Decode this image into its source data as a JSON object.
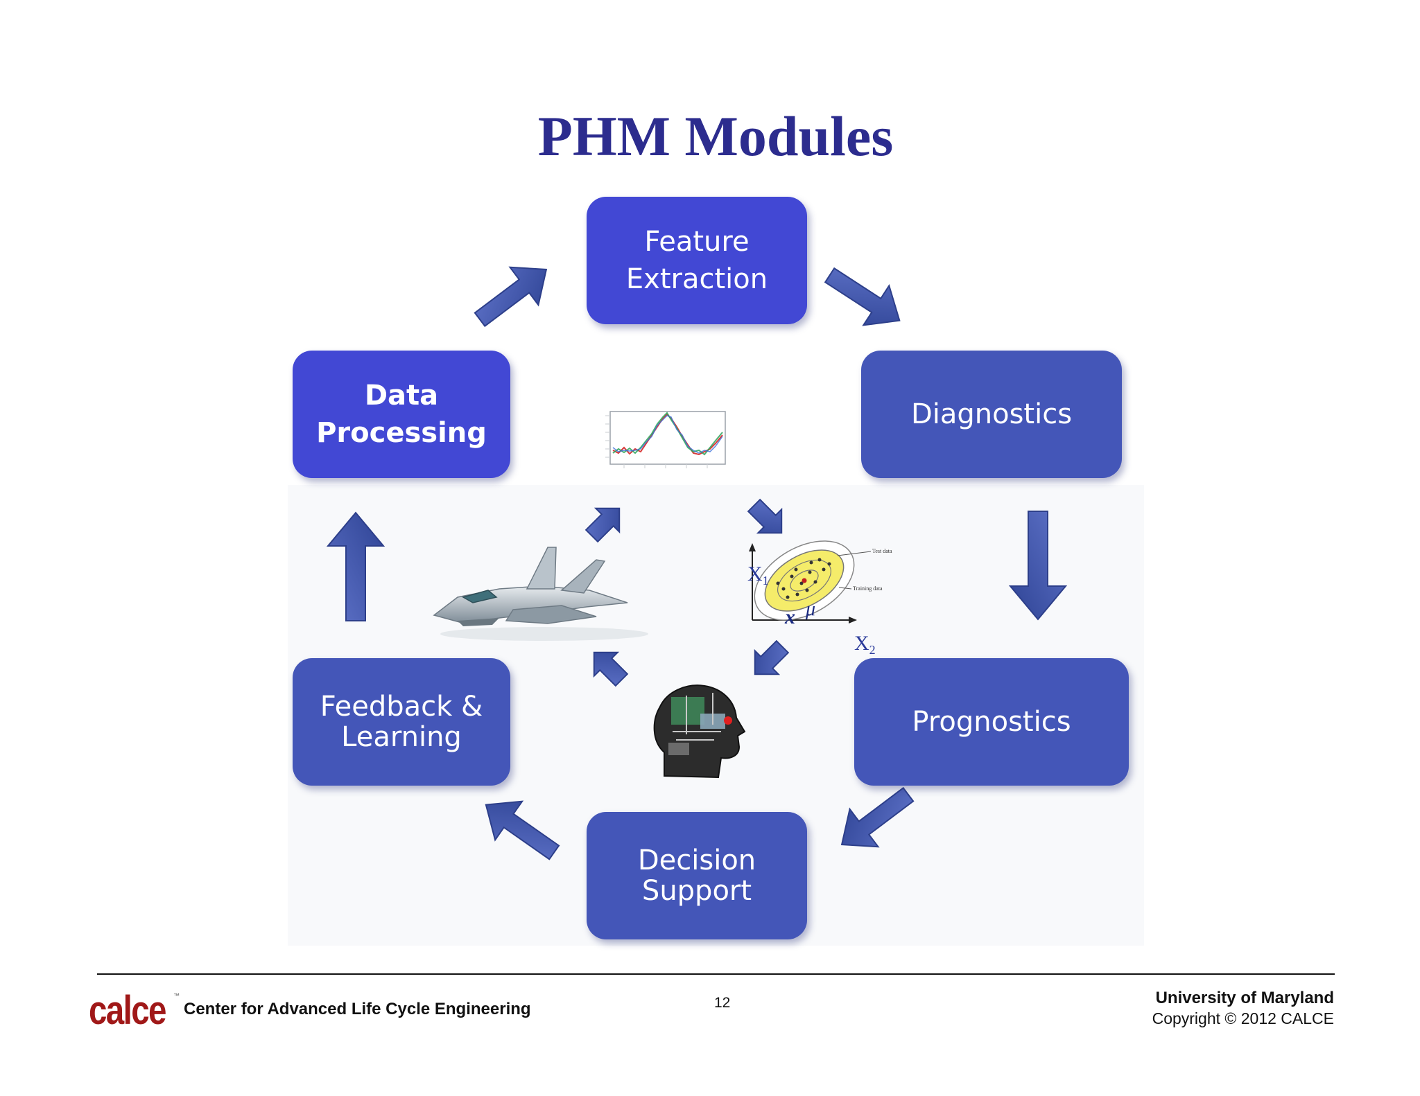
{
  "slide": {
    "title": "PHM Modules",
    "modules": {
      "feature_extraction": [
        "Feature",
        "Extraction"
      ],
      "diagnostics": [
        "Diagnostics"
      ],
      "prognostics": [
        "Prognostics"
      ],
      "decision_support": [
        "Decision",
        "Support"
      ],
      "feedback_learning": [
        "Feedback &",
        "Learning"
      ],
      "data_processing": [
        "Data",
        "Processing"
      ]
    },
    "scatter_plot": {
      "x1_label": "X",
      "x1_subscript": "1",
      "x2_label": "X",
      "x2_subscript": "2",
      "mu_label": "μ",
      "x_label": "x",
      "test_data_label": "Test data",
      "training_data_label": "Training data"
    },
    "colors": {
      "title": "#2c2c8e",
      "module_bright": "#4248d4",
      "module_mid": "#4456b8",
      "arrow": "#3a4fa8",
      "logo": "#a01818"
    }
  },
  "footer": {
    "logo_text": "calce",
    "logo_tm": "™",
    "center_name": "Center for Advanced Life Cycle Engineering",
    "page_number": "12",
    "university": "University of Maryland",
    "copyright": "Copyright © 2012 CALCE"
  }
}
